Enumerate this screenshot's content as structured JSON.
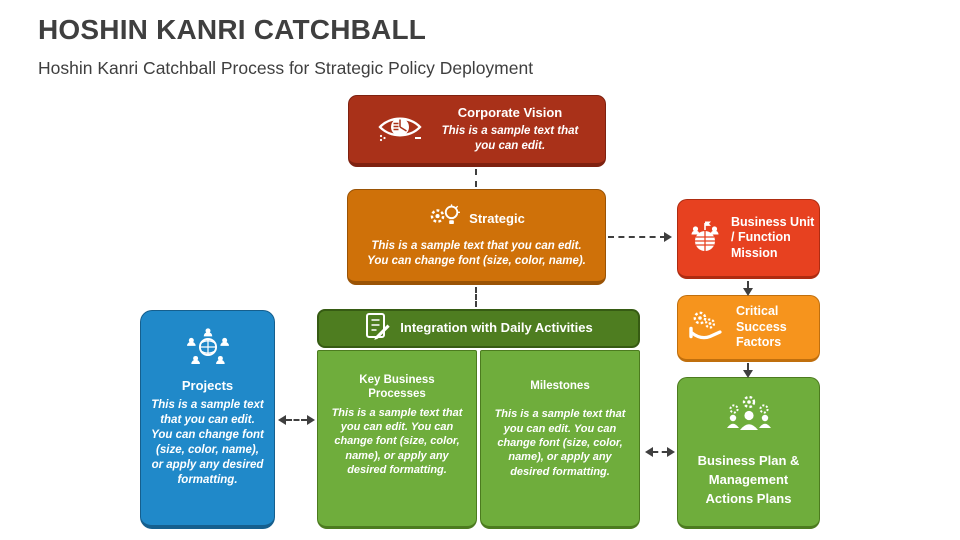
{
  "slide": {
    "title": "HOSHIN KANRI CATCHBALL",
    "subtitle": "Hoshin Kanri Catchball Process for Strategic Policy Deployment"
  },
  "colors": {
    "title_text": "#3f3f3f",
    "corporate_vision": "#a93119",
    "strategic": "#cf7109",
    "business_unit_mission": "#e74120",
    "critical_success_factors": "#f6941d",
    "integration_header": "#4e7d20",
    "green_boxes": "#6fad3c",
    "projects": "#2089c9",
    "connector": "#3f3f3f"
  },
  "boxes": {
    "corporate_vision": {
      "icon": "eye-chart-icon",
      "title": "Corporate Vision",
      "body": "This is a sample text that you can edit."
    },
    "strategic": {
      "icon": "bulb-gear-icon",
      "title": "Strategic",
      "body": "This is a sample text that you can edit. You can change font (size, color, name)."
    },
    "business_unit_mission": {
      "icon": "globe-team-icon",
      "title": "Business Unit / Function Mission"
    },
    "critical_success_factors": {
      "icon": "hand-gears-icon",
      "title": "Critical Success Factors"
    },
    "business_plan": {
      "icon": "team-gears-icon",
      "title": "Business Plan & Management Actions Plans"
    },
    "integration": {
      "icon": "checklist-pencil-icon",
      "title": "Integration with Daily Activities"
    },
    "key_business_processes": {
      "title": "Key Business Processes",
      "body": "This is a sample text that you can edit. You can change font (size, color, name), or apply any desired formatting."
    },
    "milestones": {
      "title": "Milestones",
      "body": "This is a sample text that you can edit. You can change font (size, color, name), or apply any desired formatting."
    },
    "projects": {
      "icon": "people-globe-icon",
      "title": "Projects",
      "body": "This is a sample text that you can edit. You can change font (size, color, name), or apply any desired formatting."
    }
  }
}
